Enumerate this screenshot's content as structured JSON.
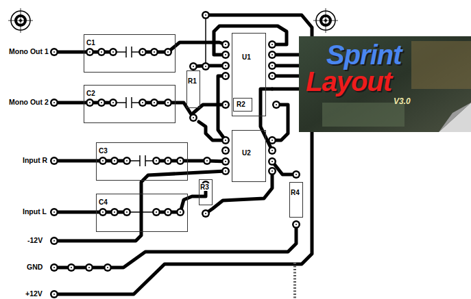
{
  "diagram": {
    "nodes": [
      {
        "text": [
          "C1"
        ]
      },
      {
        "text": [
          "U1"
        ]
      },
      {
        "text": [
          "R1"
        ]
      },
      {
        "text": [
          "R2"
        ]
      },
      {
        "text": [
          "C2"
        ]
      },
      {
        "text": [
          "C3"
        ]
      },
      {
        "text": [
          "U2"
        ]
      },
      {
        "text": [
          "R3"
        ]
      },
      {
        "text": [
          "R4"
        ]
      },
      {
        "text": [
          "C4"
        ]
      }
    ],
    "labels": [
      "Mono Out 1",
      "Mono Out 2",
      "Input R",
      "Input L",
      "-12V",
      "GND",
      "+12V",
      "Sprint",
      "Layout",
      "V3.0"
    ]
  }
}
